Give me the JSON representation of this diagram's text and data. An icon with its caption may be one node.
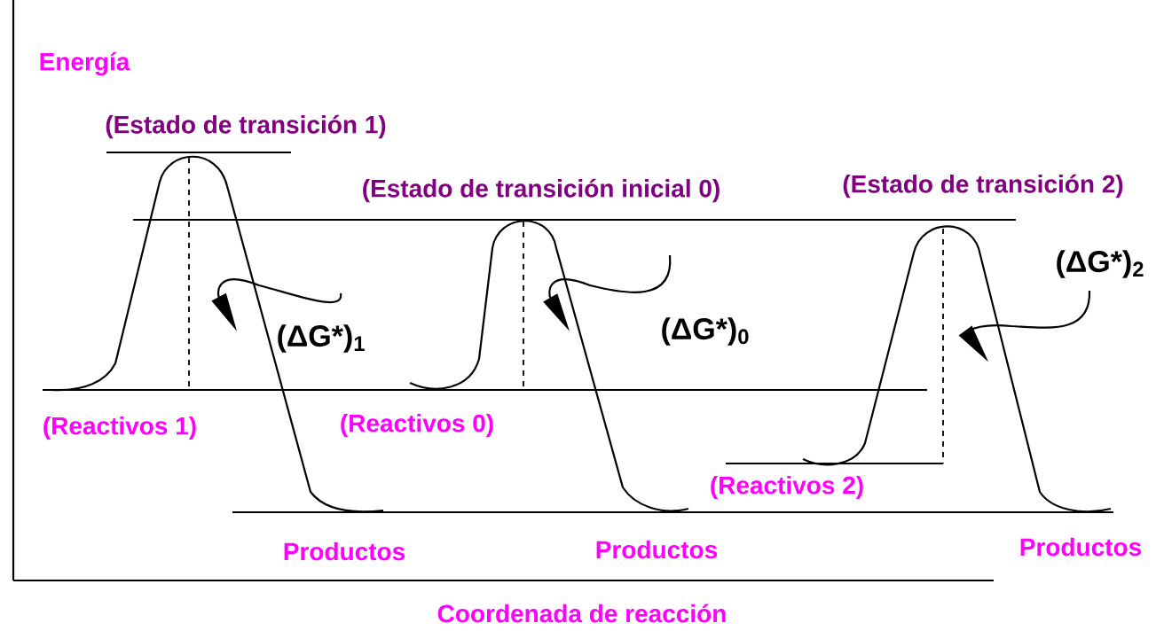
{
  "diagram": {
    "nodes": [
      {
        "text": [
          "(ΔG*)$_{1}$"
        ]
      },
      {
        "text": [
          "(ΔG*)$_{0}$"
        ]
      },
      {
        "text": [
          "(ΔG*)$_{2}$"
        ]
      },
      {
        "text": [],
        "shape": "line"
      },
      {
        "text": [],
        "shape": "line"
      },
      {
        "text": [],
        "shape": "line"
      }
    ],
    "edges": [
      {
        "from": 0,
        "to": 3,
        "arrow": "to"
      },
      {
        "from": 1,
        "to": 4,
        "arrow": "to"
      },
      {
        "from": 2,
        "to": 5,
        "arrow": "to"
      }
    ],
    "labels": [
      "Energía",
      "(Estado de transición 1)",
      "(Estado de transición inicial 0)",
      "(Estado de transición 2)",
      "(Reactivos 1)",
      "(Reactivos 0)",
      "(Reactivos 2)",
      "Productos",
      "Productos",
      "Productos",
      "Coordenada de reacción"
    ]
  }
}
